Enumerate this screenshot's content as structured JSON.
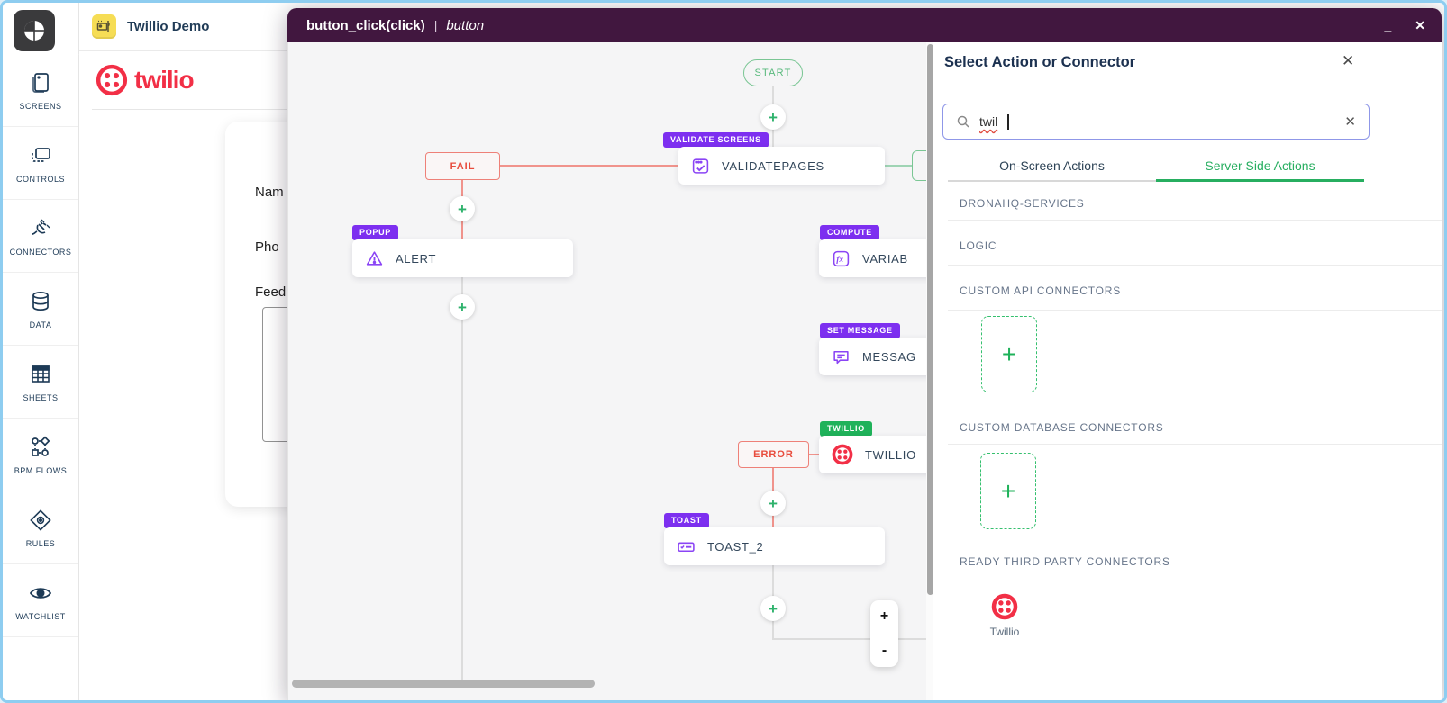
{
  "window": {
    "tab_title": "Twillio Demo"
  },
  "sidebar": {
    "items": [
      {
        "label": "SCREENS",
        "icon": "screens-icon"
      },
      {
        "label": "CONTROLS",
        "icon": "controls-icon"
      },
      {
        "label": "CONNECTORS",
        "icon": "connectors-icon"
      },
      {
        "label": "DATA",
        "icon": "data-icon"
      },
      {
        "label": "SHEETS",
        "icon": "sheets-icon"
      },
      {
        "label": "BPM FLOWS",
        "icon": "bpm-flows-icon"
      },
      {
        "label": "RULES",
        "icon": "rules-icon"
      },
      {
        "label": "WATCHLIST",
        "icon": "watchlist-icon"
      }
    ]
  },
  "app": {
    "brand": "twilio",
    "form_labels": {
      "name": "Nam",
      "phone": "Pho",
      "feedback": "Feed"
    }
  },
  "modal_header": {
    "title": "button_click(click)",
    "separator": "|",
    "event": "button",
    "minimize": "_",
    "close": "✕"
  },
  "flow": {
    "start_label": "START",
    "add_label": "+",
    "nodes": {
      "validate": {
        "badge": "VALIDATE SCREENS",
        "label": "VALIDATEPAGES"
      },
      "fail": {
        "label": "FAIL"
      },
      "popup": {
        "badge": "POPUP",
        "label": "ALERT"
      },
      "compute": {
        "badge": "COMPUTE",
        "label": "VARIAB"
      },
      "set_message": {
        "badge": "SET MESSAGE",
        "label": "MESSAG"
      },
      "twillio": {
        "badge": "TWILLIO",
        "label": "TWILLIO"
      },
      "error": {
        "label": "ERROR"
      },
      "toast": {
        "badge": "TOAST",
        "label": "TOAST_2"
      }
    },
    "zoom_in": "+",
    "zoom_out": "-"
  },
  "panel": {
    "title": "Select Action or Connector",
    "close": "✕",
    "search": {
      "value": "twil",
      "clear": "✕"
    },
    "tabs": [
      {
        "label": "On-Screen Actions"
      },
      {
        "label": "Server Side Actions"
      }
    ],
    "active_tab": "Server Side Actions",
    "sections": [
      {
        "label": "DRONAHQ-SERVICES"
      },
      {
        "label": "LOGIC"
      },
      {
        "label": "CUSTOM API CONNECTORS"
      },
      {
        "label": "CUSTOM DATABASE CONNECTORS"
      },
      {
        "label": "READY THIRD PARTY CONNECTORS"
      }
    ],
    "add_connector_label": "+",
    "connectors": [
      {
        "name": "Twillio"
      }
    ]
  },
  "colors": {
    "frame_border": "#8ecdf0",
    "modal_header_bg": "#41173f",
    "accent_purple": "#7d2ff0",
    "accent_green": "#27ae60",
    "badge_green": "#1fb25a",
    "error_red": "#e84c3d",
    "twilio_red": "#f22f46",
    "navy": "#1c3150"
  }
}
